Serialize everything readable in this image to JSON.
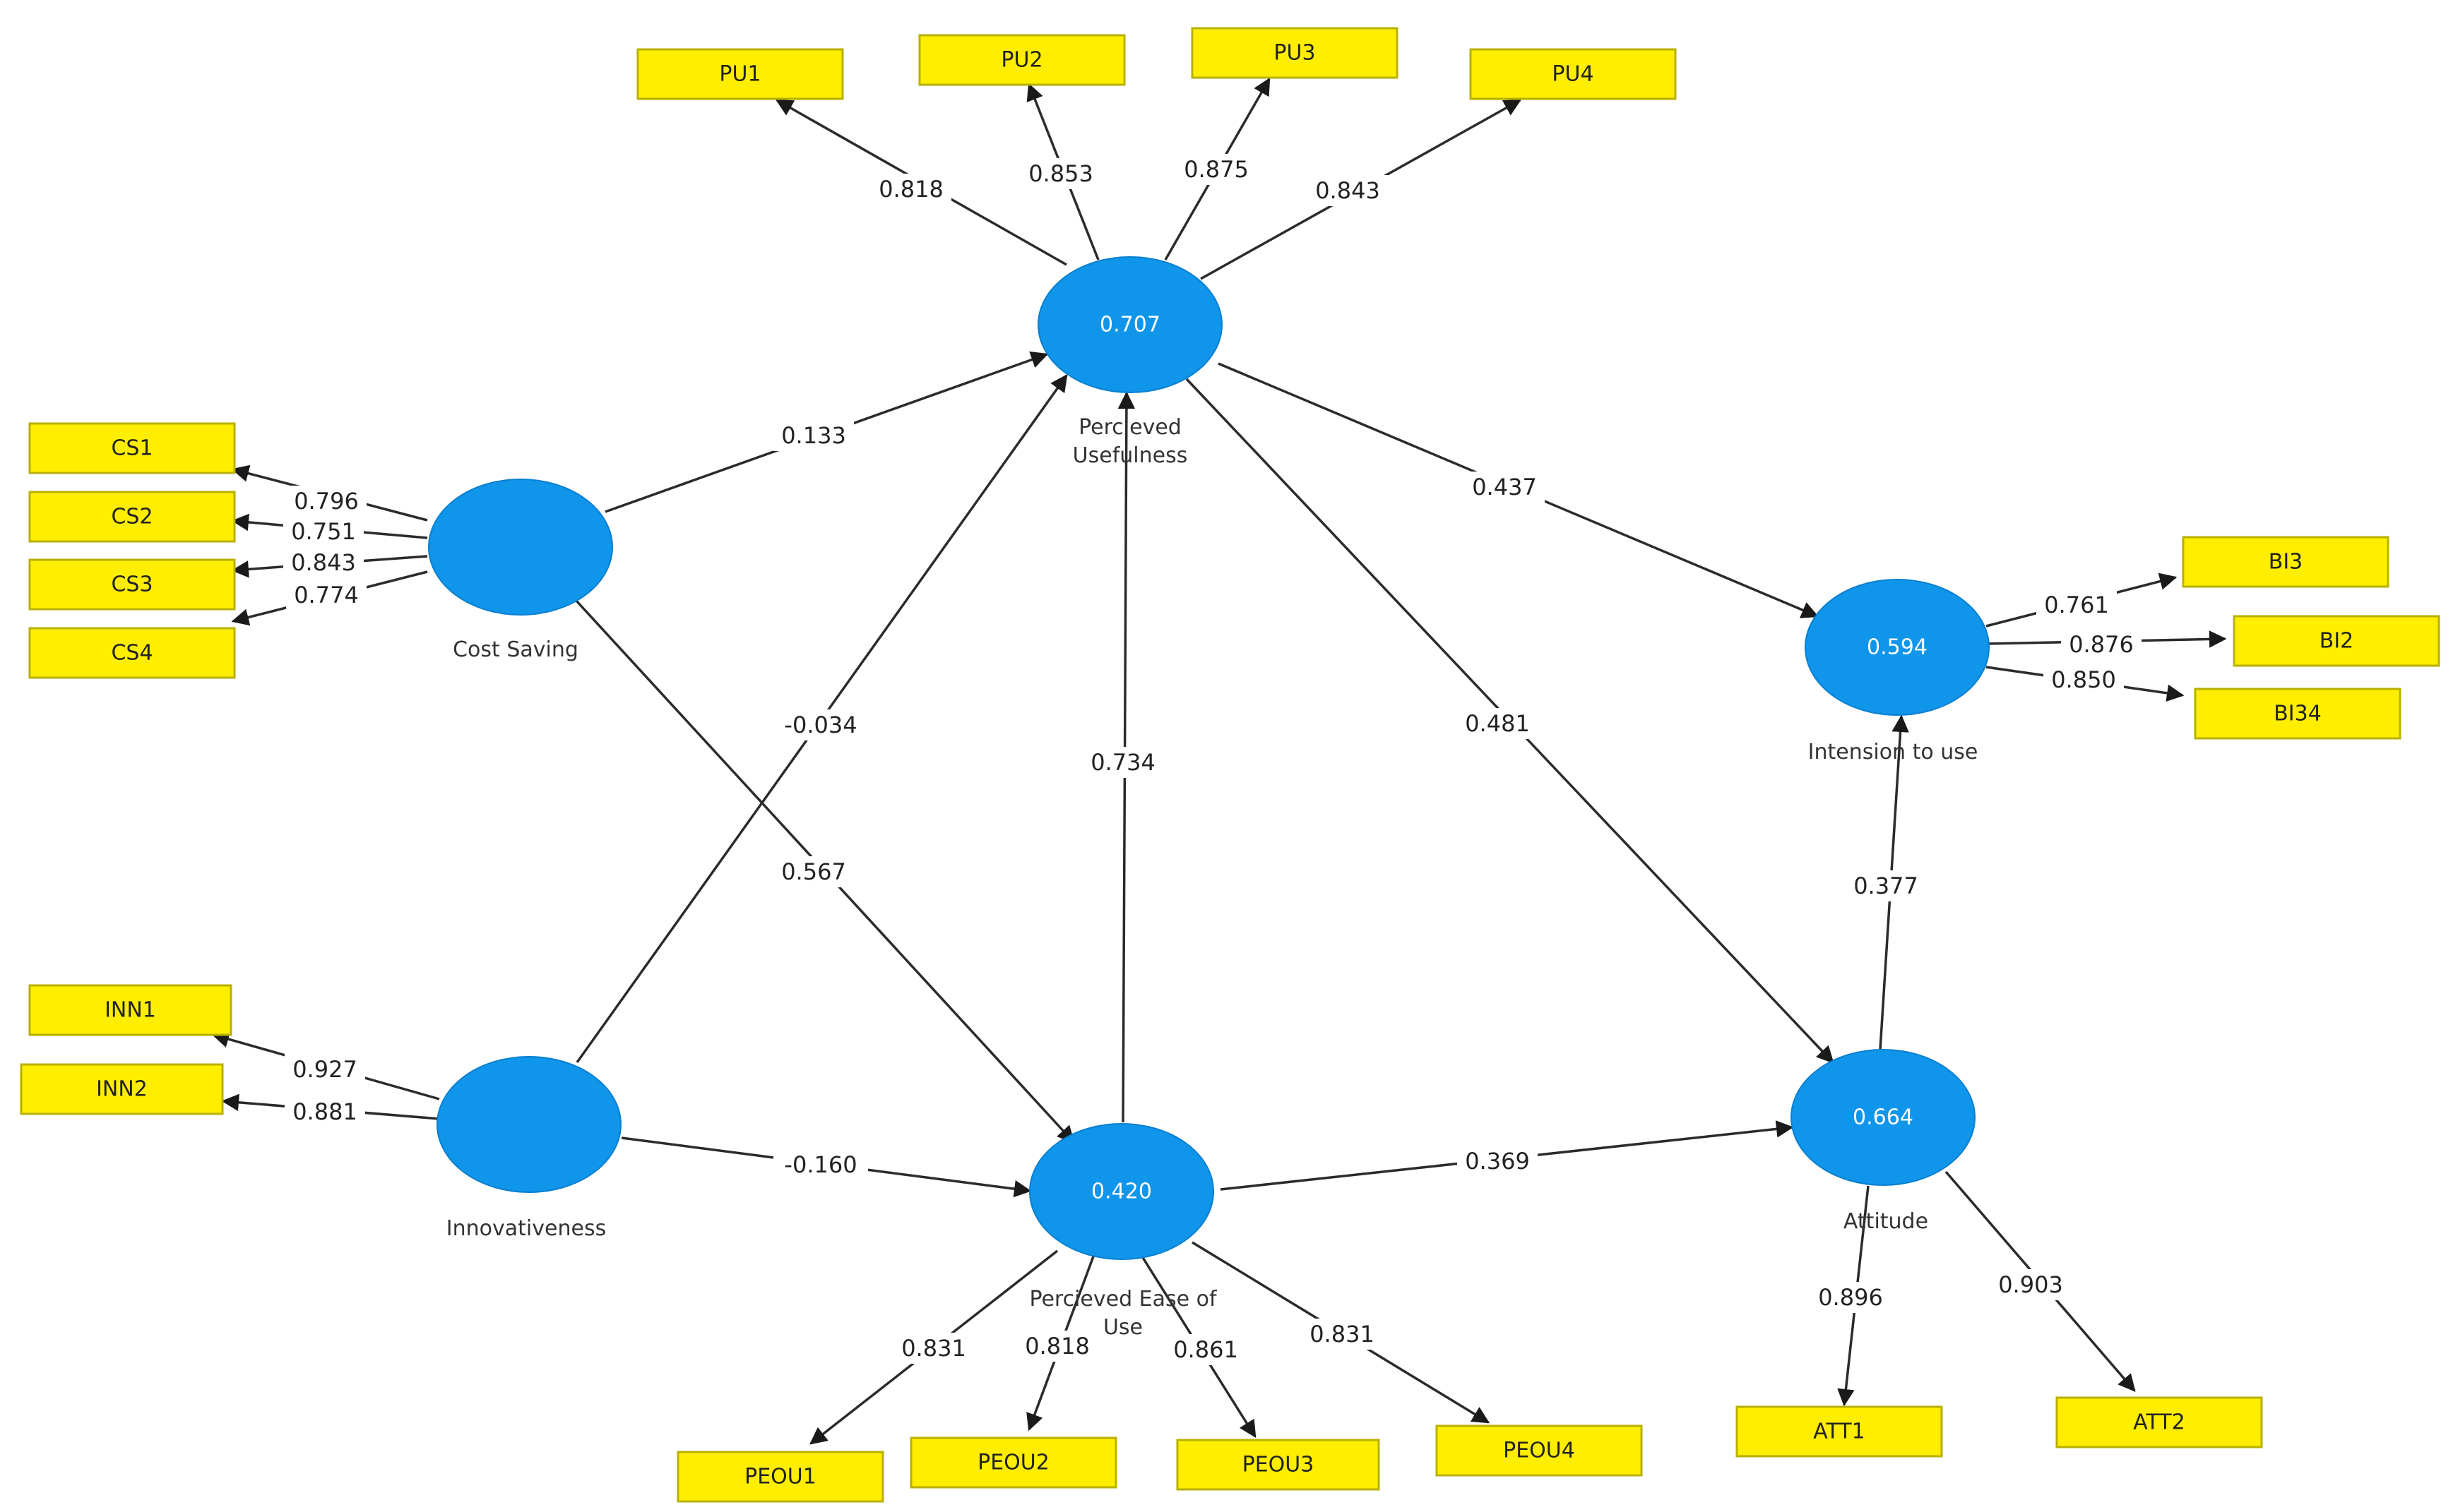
{
  "constructs": {
    "PU": {
      "name_lines": [
        "Percieved",
        "Usefulness"
      ],
      "value": "0.707"
    },
    "CS": {
      "name_lines": [
        "Cost Saving"
      ],
      "value": ""
    },
    "INN": {
      "name_lines": [
        "Innovativeness"
      ],
      "value": ""
    },
    "PEOU": {
      "name_lines": [
        "Percieved Ease of",
        "Use"
      ],
      "value": "0.420"
    },
    "ITU": {
      "name_lines": [
        "Intension to use"
      ],
      "value": "0.594"
    },
    "ATT": {
      "name_lines": [
        "Attitude"
      ],
      "value": "0.664"
    }
  },
  "indicators": {
    "PU1": "PU1",
    "PU2": "PU2",
    "PU3": "PU3",
    "PU4": "PU4",
    "CS1": "CS1",
    "CS2": "CS2",
    "CS3": "CS3",
    "CS4": "CS4",
    "INN1": "INN1",
    "INN2": "INN2",
    "PEOU1": "PEOU1",
    "PEOU2": "PEOU2",
    "PEOU3": "PEOU3",
    "PEOU4": "PEOU4",
    "BI3": "BI3",
    "BI2": "BI2",
    "BI34": "BI34",
    "ATT1": "ATT1",
    "ATT2": "ATT2"
  },
  "outer_loadings": [
    {
      "from": "PU",
      "to": "PU1",
      "value": "0.818"
    },
    {
      "from": "PU",
      "to": "PU2",
      "value": "0.853"
    },
    {
      "from": "PU",
      "to": "PU3",
      "value": "0.875"
    },
    {
      "from": "PU",
      "to": "PU4",
      "value": "0.843"
    },
    {
      "from": "CS",
      "to": "CS1",
      "value": "0.796"
    },
    {
      "from": "CS",
      "to": "CS2",
      "value": "0.751"
    },
    {
      "from": "CS",
      "to": "CS3",
      "value": "0.843"
    },
    {
      "from": "CS",
      "to": "CS4",
      "value": "0.774"
    },
    {
      "from": "INN",
      "to": "INN1",
      "value": "0.927"
    },
    {
      "from": "INN",
      "to": "INN2",
      "value": "0.881"
    },
    {
      "from": "PEOU",
      "to": "PEOU1",
      "value": "0.831"
    },
    {
      "from": "PEOU",
      "to": "PEOU2",
      "value": "0.818"
    },
    {
      "from": "PEOU",
      "to": "PEOU3",
      "value": "0.861"
    },
    {
      "from": "PEOU",
      "to": "PEOU4",
      "value": "0.831"
    },
    {
      "from": "ITU",
      "to": "BI3",
      "value": "0.761"
    },
    {
      "from": "ITU",
      "to": "BI2",
      "value": "0.876"
    },
    {
      "from": "ITU",
      "to": "BI34",
      "value": "0.850"
    },
    {
      "from": "ATT",
      "to": "ATT1",
      "value": "0.896"
    },
    {
      "from": "ATT",
      "to": "ATT2",
      "value": "0.903"
    }
  ],
  "path_coefficients": [
    {
      "from": "CS",
      "to": "PU",
      "value": "0.133"
    },
    {
      "from": "INN",
      "to": "PU",
      "value": "-0.034"
    },
    {
      "from": "PEOU",
      "to": "PU",
      "value": "0.734"
    },
    {
      "from": "CS",
      "to": "PEOU",
      "value": "0.567"
    },
    {
      "from": "INN",
      "to": "PEOU",
      "value": "-0.160"
    },
    {
      "from": "PU",
      "to": "ITU",
      "value": "0.437"
    },
    {
      "from": "PU",
      "to": "ATT",
      "value": "0.481"
    },
    {
      "from": "PEOU",
      "to": "ATT",
      "value": "0.369"
    },
    {
      "from": "ATT",
      "to": "ITU",
      "value": "0.377"
    }
  ],
  "colors": {
    "construct_fill": "#0f95ea",
    "indicator_fill": "#ffee00",
    "edge": "#2b2b2b"
  }
}
